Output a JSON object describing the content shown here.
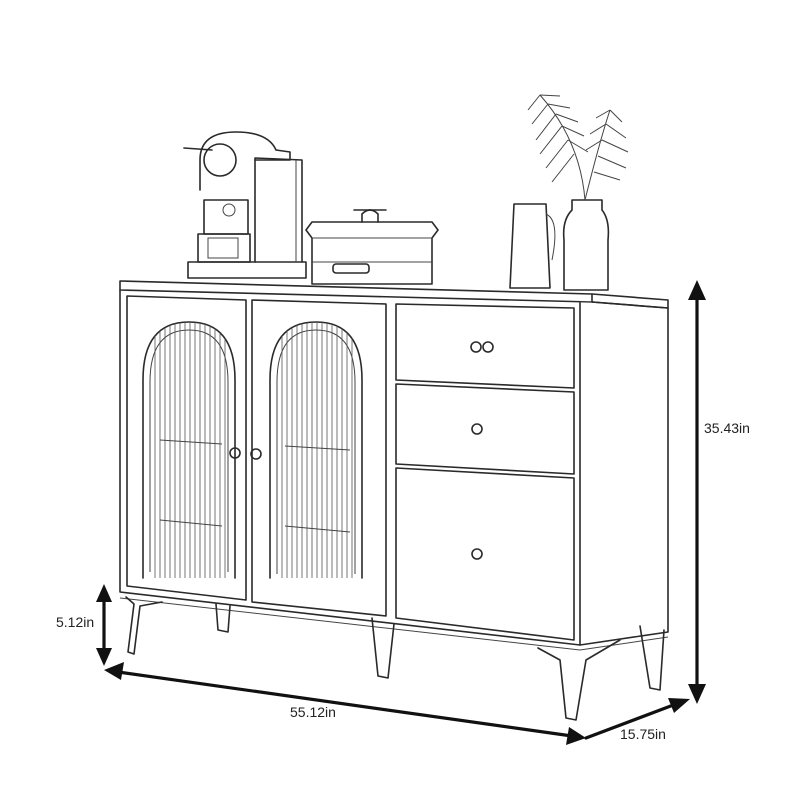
{
  "dimensions": {
    "height": "35.43in",
    "leg_height": "5.12in",
    "width": "55.12in",
    "depth": "15.75in"
  },
  "colors": {
    "line": "#2a2a2a",
    "arrow": "#111111",
    "background": "#ffffff"
  },
  "icons": {
    "coffee_machine": "coffee-machine-icon",
    "cookware": "cookware-icon",
    "vase_plant": "plant-vase-icon",
    "pitcher": "pitcher-icon"
  }
}
